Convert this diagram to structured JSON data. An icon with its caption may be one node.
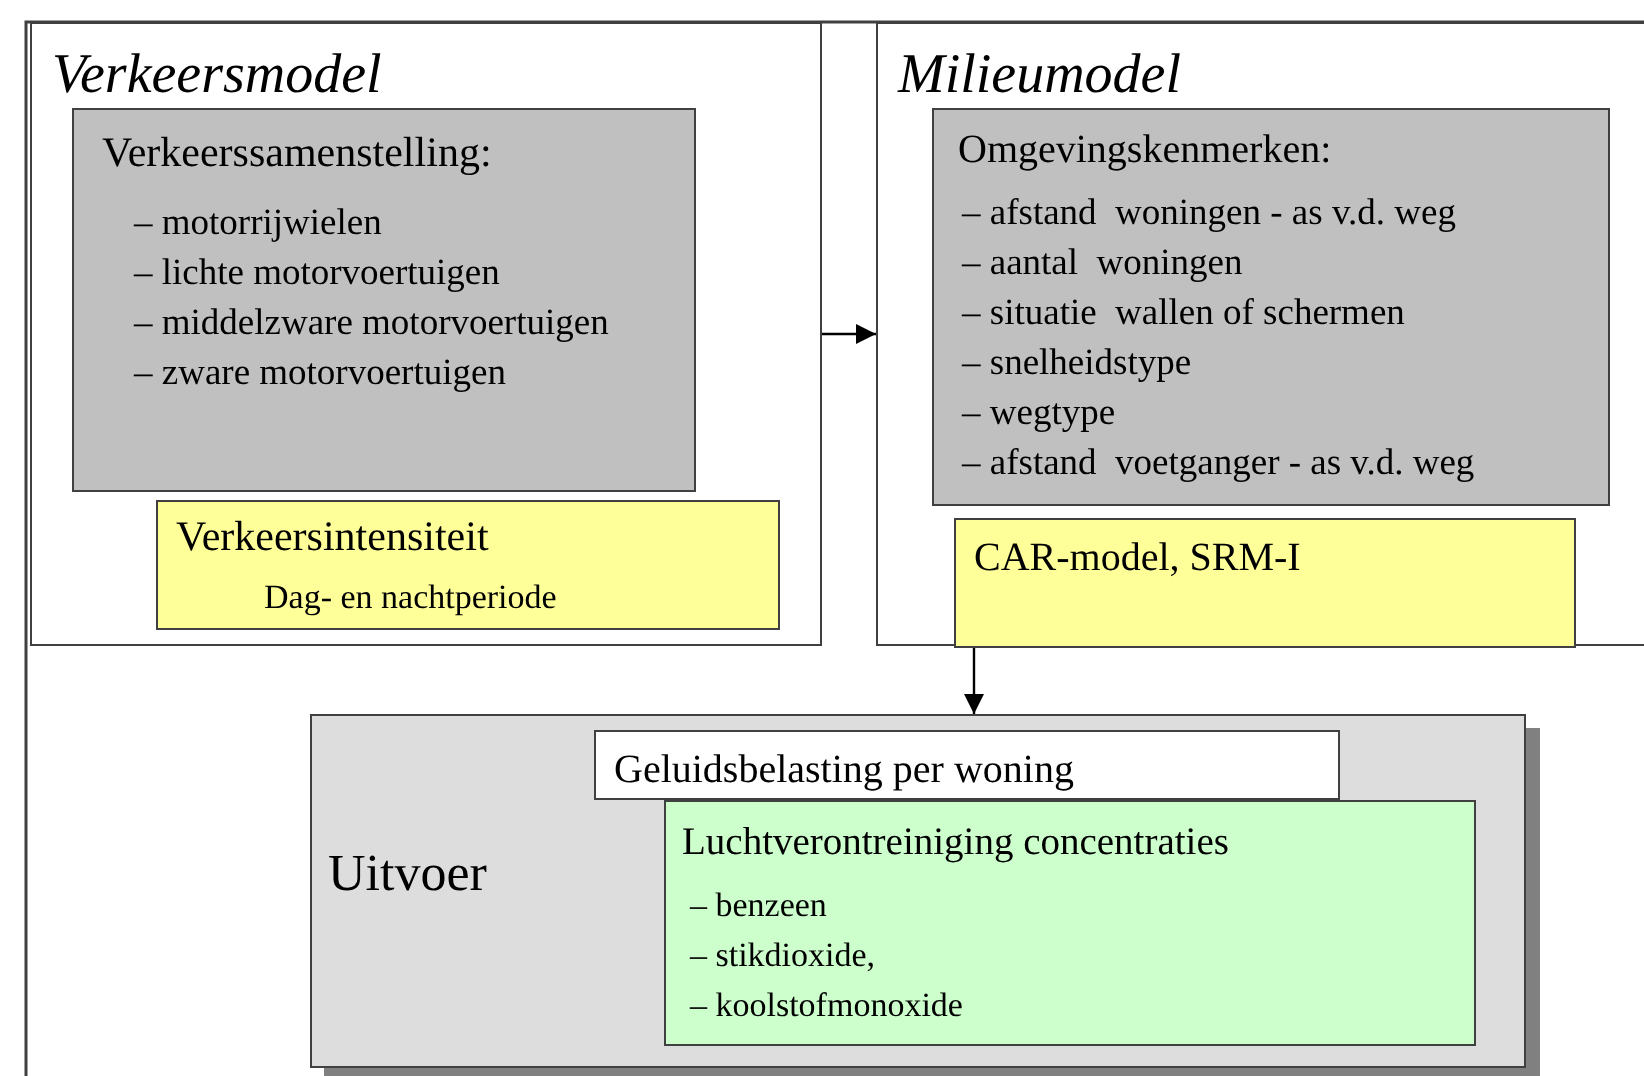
{
  "diagram": {
    "nodes": [
      {
        "text": [
          "Verkeersmodel"
        ]
      },
      {
        "text": [
          "Verkeerssamenstelling:",
          "– motorrijwielen",
          "– lichte motorvoertuigen",
          "– middelzware motorvoertuigen",
          "– zware motorvoertuigen"
        ],
        "in": 0
      },
      {
        "text": [
          "Verkeersintensiteit",
          "Dag- en nachtperiode"
        ],
        "in": 0
      },
      {
        "text": [
          "Milieumodel"
        ]
      },
      {
        "text": [
          "Omgevingskenmerken:",
          "– afstand  woningen - as v.d. weg",
          "– aantal  woningen",
          "– situatie  wallen of schermen",
          "– snelheidstype",
          "– wegtype",
          "– afstand  voetganger - as v.d. weg"
        ],
        "in": 3
      },
      {
        "text": [
          "CAR-model, SRM-I"
        ],
        "in": 3
      },
      {
        "text": [
          "Uitvoer"
        ]
      },
      {
        "text": [
          "Geluidsbelasting per woning"
        ],
        "in": 6
      },
      {
        "text": [
          "Luchtverontreiniging concentraties",
          "– benzeen",
          "– stikdioxide,",
          "– koolstofmonoxide"
        ],
        "in": 6
      }
    ],
    "edges": [
      {
        "from": 0,
        "to": 3,
        "arrow": "to"
      },
      {
        "from": 5,
        "to": 6,
        "arrow": "to"
      }
    ]
  }
}
